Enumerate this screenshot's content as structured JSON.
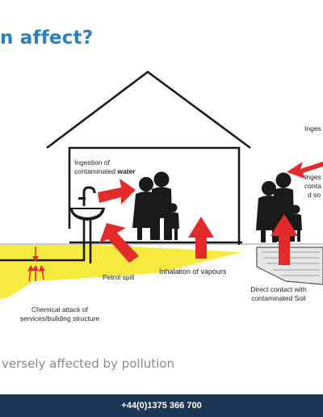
{
  "title": "n affect?",
  "subtitle": "versely affected by pollution",
  "footer": {
    "phone": "+44(0)1375 366 700"
  },
  "labels": {
    "ingestion_water_line1": "Ingestion of",
    "ingestion_water_line2_prefix": "contaminated ",
    "ingestion_water_line2_bold": "water",
    "petrol_spill": "Petrol spill",
    "inhalation_vapours": "Inhalation of vapours",
    "chemical_attack_line1": "Chemical attack of",
    "chemical_attack_line2": "services/building structure",
    "direct_contact_line1": "Direct contact with",
    "direct_contact_line2": "contaminated Soil",
    "ingestion_right_top": "Inges",
    "ingestion_soil_line1": "Inges",
    "ingestion_soil_line2": "conta",
    "ingestion_soil_line3": "d so"
  },
  "colors": {
    "title_blue": "#2a7fc0",
    "arrow_red": "#e32b2b",
    "spill_yellow": "#f7ea3f",
    "footer_navy": "#1d3653",
    "line_black": "#1a1a1a",
    "ground_grey": "#b8b8b8"
  },
  "icons": [
    "house-outline",
    "sink-tap-icon",
    "family-icon",
    "family-outdoor-icon",
    "red-arrow-icon",
    "contaminated-soil-patch"
  ]
}
